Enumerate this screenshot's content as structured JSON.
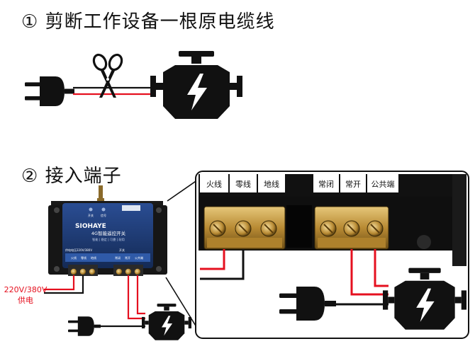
{
  "step1": {
    "marker": "①",
    "title": "剪断工作设备一根原电缆线"
  },
  "step2": {
    "marker": "②",
    "title": "接入端子"
  },
  "device": {
    "brand": "SIOHAYE",
    "model": "4G智能遥控开关",
    "features": "智能 | 稳定 | 可靠 | 耐用",
    "power_label": "供电电压220V/380V",
    "output_label": "开关",
    "terminals_left": [
      "火线",
      "零线",
      "地线"
    ],
    "terminals_right": [
      "常闭",
      "常开",
      "公共端"
    ],
    "indicators": [
      "开关",
      "信号"
    ]
  },
  "power_note": {
    "voltage": "220V/380V",
    "supply": "供电"
  },
  "zoom_panel": {
    "labels_left": [
      "火线",
      "零线",
      "地线"
    ],
    "labels_right": [
      "常闭",
      "常开",
      "公共端"
    ]
  },
  "colors": {
    "live_wire": "#e5101f",
    "neutral_wire": "#111111",
    "brass": "#c9a24a",
    "device_blue": "#1d3b78"
  }
}
